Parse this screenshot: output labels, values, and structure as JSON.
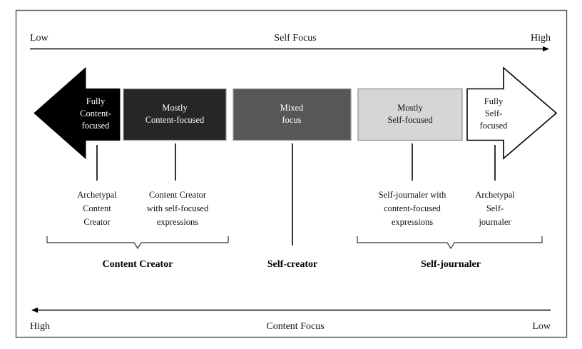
{
  "figure": {
    "title_visible": false,
    "background_color": "#ffffff",
    "frame_color": "#555555"
  },
  "axes": {
    "top": {
      "name": "Self Focus",
      "left_end": "Low",
      "right_end": "High",
      "direction": "right"
    },
    "bottom": {
      "name": "Content Focus",
      "left_end": "High",
      "right_end": "Low",
      "direction": "left"
    }
  },
  "spectrum": {
    "segments": [
      {
        "id": "fully-content-focused",
        "label_line1": "Fully",
        "label_line2": "Content-",
        "label_line3": "focused",
        "shape": "arrow-left",
        "fill": "#000000",
        "stroke": "#000000",
        "text_color": "#ffffff"
      },
      {
        "id": "mostly-content-focused",
        "label_line1": "Mostly",
        "label_line2": "Content-focused",
        "label_line3": "",
        "shape": "rect",
        "fill": "#262626",
        "stroke": "#9a9a9a",
        "text_color": "#ffffff"
      },
      {
        "id": "mixed-focus",
        "label_line1": "Mixed",
        "label_line2": "focus",
        "label_line3": "",
        "shape": "rect",
        "fill": "#575757",
        "stroke": "#9a9a9a",
        "text_color": "#ffffff"
      },
      {
        "id": "mostly-self-focused",
        "label_line1": "Mostly",
        "label_line2": "Self-focused",
        "label_line3": "",
        "shape": "rect",
        "fill": "#d6d6d6",
        "stroke": "#8c8c8c",
        "text_color": "#111111"
      },
      {
        "id": "fully-self-focused",
        "label_line1": "Fully",
        "label_line2": "Self-",
        "label_line3": "focused",
        "shape": "arrow-right",
        "fill": "#ffffff",
        "stroke": "#000000",
        "text_color": "#111111"
      }
    ]
  },
  "descriptors": [
    {
      "id": "archetypal-content-creator",
      "line1": "Archetypal",
      "line2": "Content",
      "line3": "Creator"
    },
    {
      "id": "content-creator-with-self-focused-expressions",
      "line1": "Content Creator",
      "line2": "with self-focused",
      "line3": "expressions"
    },
    {
      "id": "self-journaler-with-content-focused-expressions",
      "line1": "Self-journaler with",
      "line2": "content-focused",
      "line3": "expressions"
    },
    {
      "id": "archetypal-self-journaler",
      "line1": "Archetypal",
      "line2": "Self-",
      "line3": "journaler"
    }
  ],
  "groups": [
    {
      "id": "content-creator",
      "label": "Content Creator",
      "has_brace": true
    },
    {
      "id": "self-creator",
      "label": "Self-creator",
      "has_brace": false
    },
    {
      "id": "self-journaler",
      "label": "Self-journaler",
      "has_brace": true
    }
  ]
}
